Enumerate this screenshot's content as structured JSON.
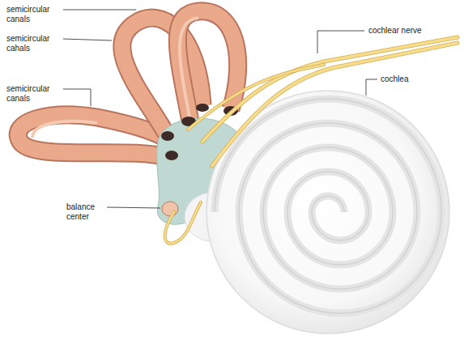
{
  "diagram": {
    "labels": [
      "semicircular canals",
      "semicircular cahals",
      "semicircular canals",
      "balance center",
      "cochlear nerve",
      "cochlea"
    ]
  }
}
